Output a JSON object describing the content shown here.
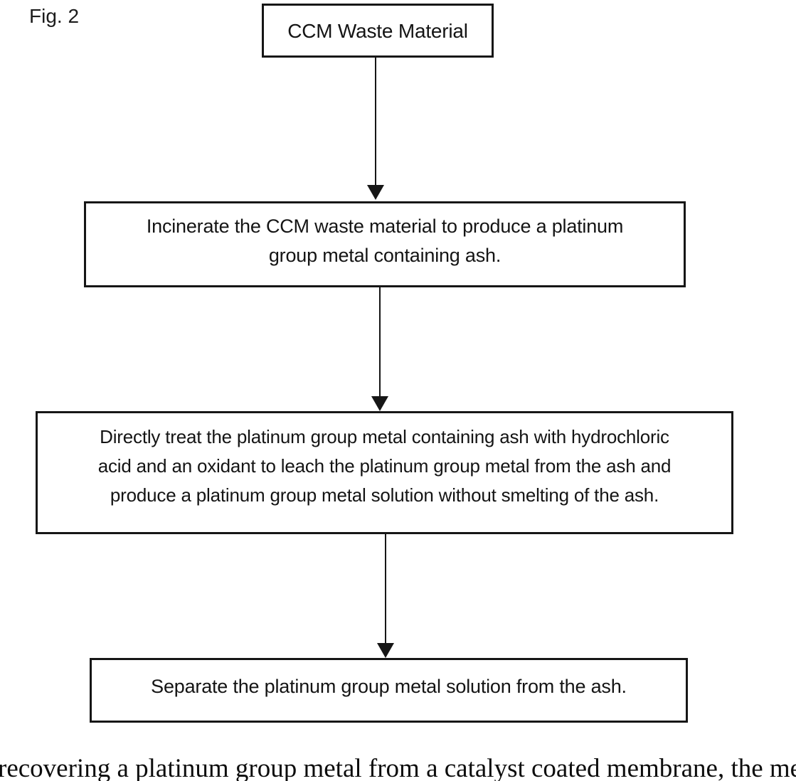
{
  "figure": {
    "label": "Fig. 2",
    "caption_fragment": "recovering a platinum group metal from a catalyst coated membrane, the method"
  },
  "flowchart": {
    "nodes": [
      {
        "id": "ccm-waste-material",
        "text": "CCM Waste Material",
        "lines": [
          "CCM Waste Material"
        ]
      },
      {
        "id": "incinerate",
        "text": "Incinerate the CCM waste material to produce a platinum group metal containing ash.",
        "lines": [
          "Incinerate the CCM waste material to produce a platinum",
          "group metal containing ash."
        ]
      },
      {
        "id": "directly-treat",
        "text": "Directly treat the platinum group metal containing ash with hydrochloric acid and an oxidant to leach the platinum group metal from the ash and produce a platinum group metal solution without smelting of the ash.",
        "lines": [
          "Directly treat the platinum group metal containing ash with hydrochloric",
          "acid and an oxidant to leach the platinum group metal from the ash and",
          "produce a platinum group metal solution without smelting of the ash."
        ]
      },
      {
        "id": "separate",
        "text": "Separate the platinum group metal solution from the ash.",
        "lines": [
          "Separate the platinum group metal solution from the ash."
        ]
      }
    ],
    "edges": [
      {
        "from": "ccm-waste-material",
        "to": "incinerate",
        "style": "arrow-down"
      },
      {
        "from": "incinerate",
        "to": "directly-treat",
        "style": "arrow-down"
      },
      {
        "from": "directly-treat",
        "to": "separate",
        "style": "arrow-down"
      }
    ]
  },
  "colors": {
    "background": "#ffffff",
    "ink": "#161616"
  }
}
